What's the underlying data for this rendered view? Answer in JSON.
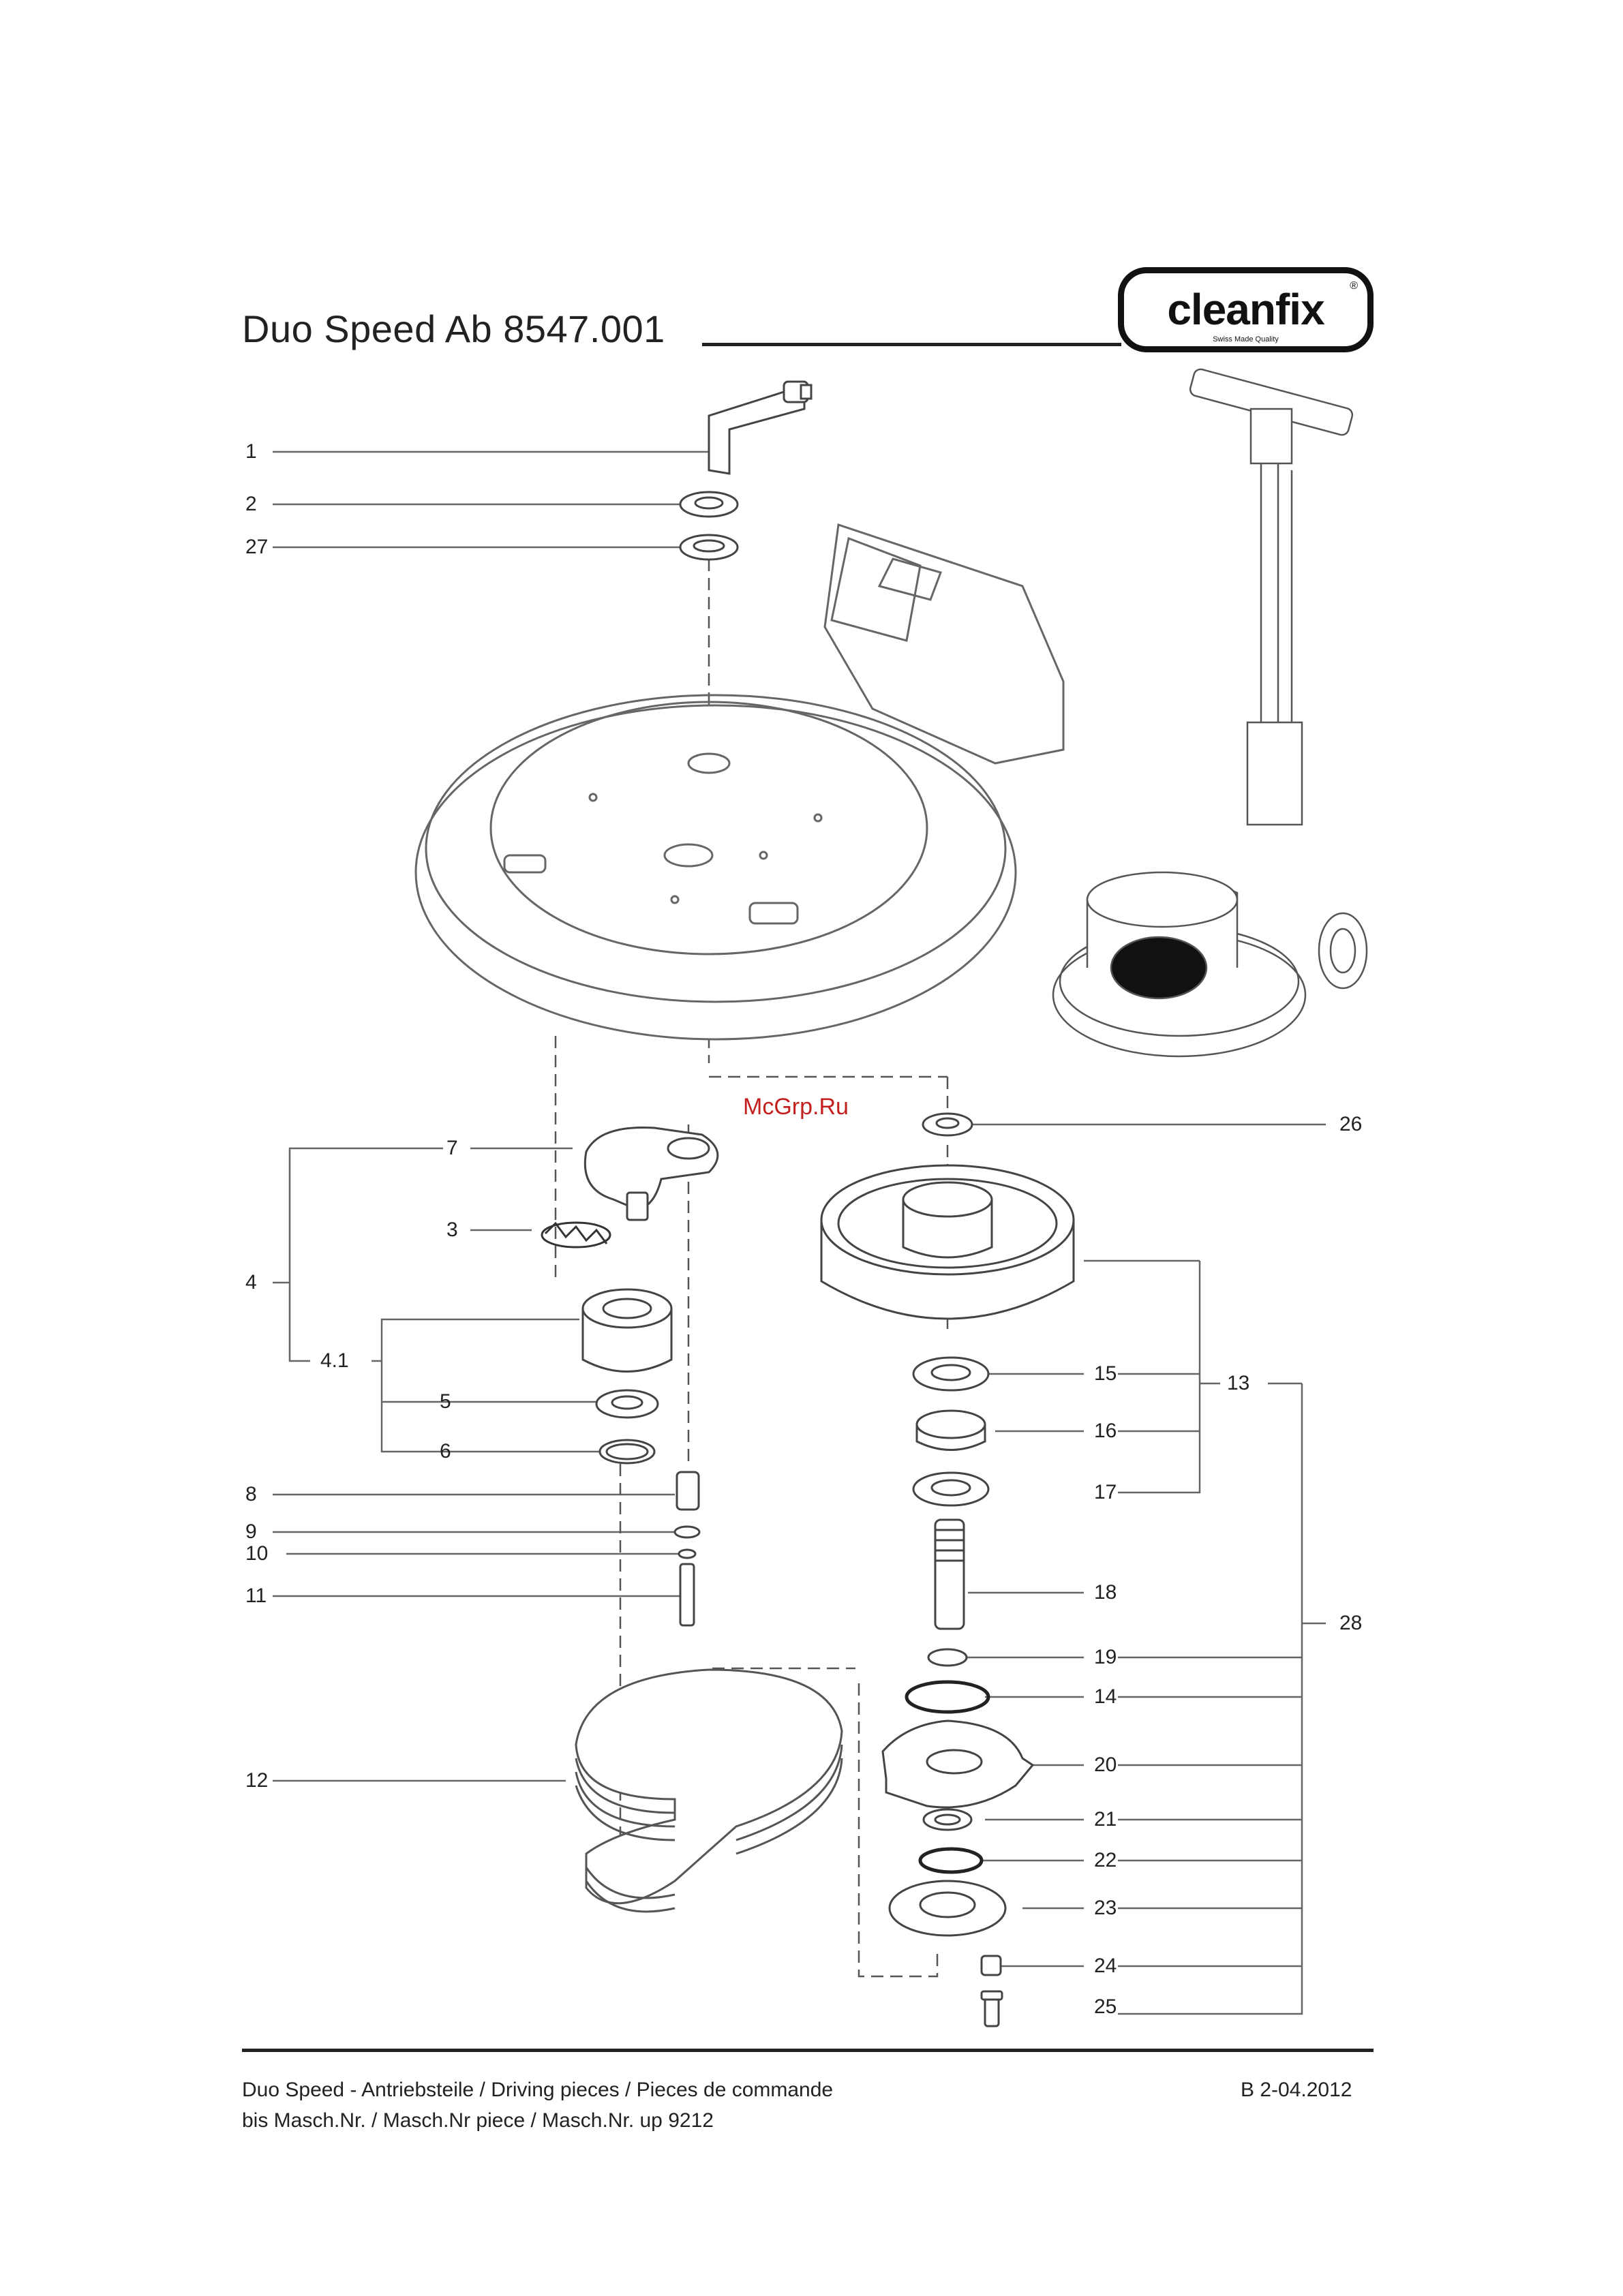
{
  "header": {
    "title": "Duo Speed Ab 8547.001",
    "logo_text": "cleanfix",
    "logo_sub": "Swiss Made Quality",
    "logo_reg": "®"
  },
  "watermark": "McGrp.Ru",
  "callouts": {
    "c1": "1",
    "c2": "2",
    "c27": "27",
    "c7": "7",
    "c3": "3",
    "c4": "4",
    "c41": "4.1",
    "c5": "5",
    "c6": "6",
    "c8": "8",
    "c9": "9",
    "c10": "10",
    "c11": "11",
    "c12": "12",
    "c26": "26",
    "c15": "15",
    "c16": "16",
    "c17": "17",
    "c13": "13",
    "c18": "18",
    "c19": "19",
    "c14": "14",
    "c20": "20",
    "c21": "21",
    "c22": "22",
    "c23": "23",
    "c24": "24",
    "c25": "25",
    "c28": "28"
  },
  "footer": {
    "line1": "Duo Speed - Antriebsteile / Driving pieces / Pieces de commande",
    "line2": "bis Masch.Nr. / Masch.Nr piece / Masch.Nr. up 9212",
    "date": "B 2-04.2012"
  }
}
